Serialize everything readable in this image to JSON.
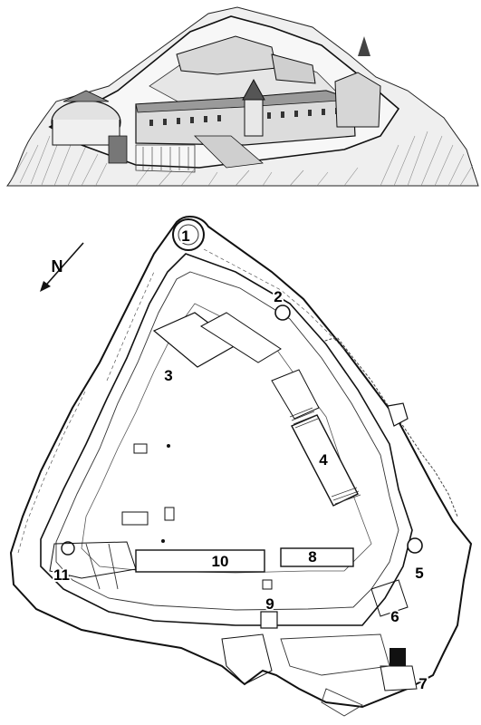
{
  "compass": {
    "label": "N"
  },
  "labels": [
    "1",
    "2",
    "3",
    "4",
    "5",
    "6",
    "7",
    "8",
    "9",
    "10",
    "11"
  ],
  "colors": {
    "ink": "#111111",
    "paper": "#ffffff",
    "hatch": "#555555"
  },
  "icons": {
    "north_arrow": "arrow-icon"
  }
}
